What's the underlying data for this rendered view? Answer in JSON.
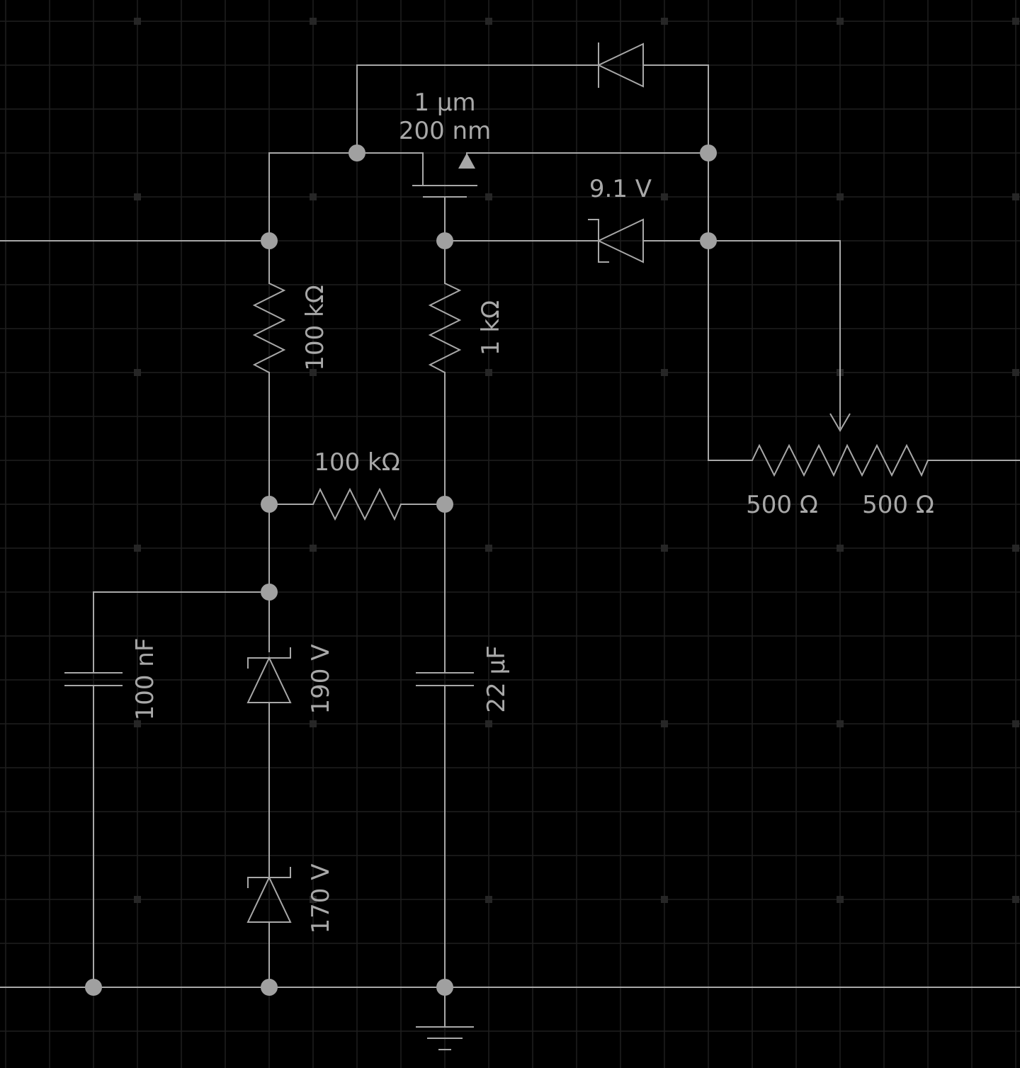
{
  "colors": {
    "background": "#000000",
    "grid": "#1f1f1f",
    "wire": "#a8a8a8",
    "node": "#a0a0a0",
    "text": "#a8a8a8"
  },
  "components": {
    "mosfet": {
      "width": "1 µm",
      "length": "200 nm"
    },
    "zener_gate": {
      "voltage": "9.1 V"
    },
    "resistor_left_vertical": {
      "value": "100 kΩ"
    },
    "resistor_mid_vertical": {
      "value": "1 kΩ"
    },
    "resistor_horizontal": {
      "value": "100 kΩ"
    },
    "potentiometer": {
      "value_left": "500 Ω",
      "value_right": "500 Ω"
    },
    "capacitor_left": {
      "value": "100 nF"
    },
    "capacitor_mid": {
      "value": "22 µF"
    },
    "zener_upper": {
      "voltage": "190 V"
    },
    "zener_lower": {
      "voltage": "170 V"
    }
  }
}
